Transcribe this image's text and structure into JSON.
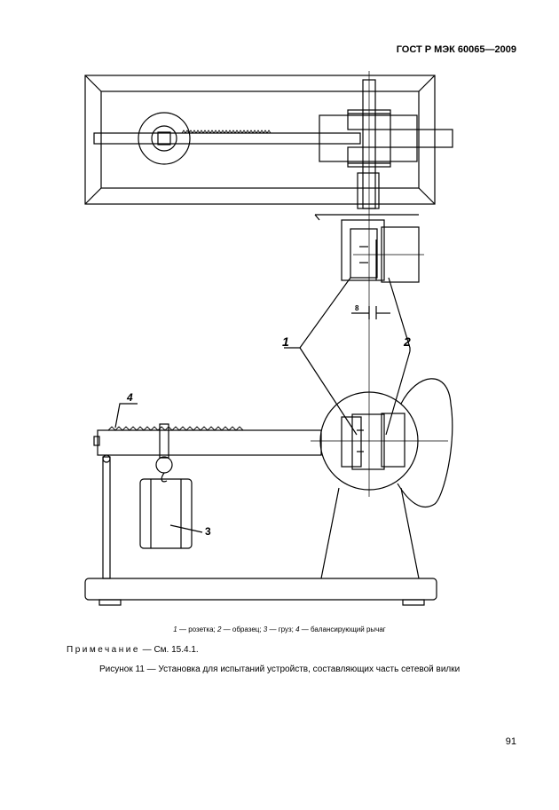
{
  "header": {
    "doc_id": "ГОСТ Р МЭК 60065—2009"
  },
  "figure": {
    "callouts": {
      "c1": "1",
      "c2": "2",
      "c3": "3",
      "c4": "4"
    },
    "dimension": "8"
  },
  "legend": {
    "items": [
      {
        "num": "1",
        "text": " — розетка; "
      },
      {
        "num": "2",
        "text": " — образец; "
      },
      {
        "num": "3",
        "text": " — груз; "
      },
      {
        "num": "4",
        "text": " — балансирующий рычаг"
      }
    ]
  },
  "note": {
    "label": "Примечание",
    "text": " — См. 15.4.1."
  },
  "caption": {
    "text": "Рисунок 11 — Установка для испытаний устройств, составляющих часть сетевой вилки"
  },
  "page_number": "91"
}
